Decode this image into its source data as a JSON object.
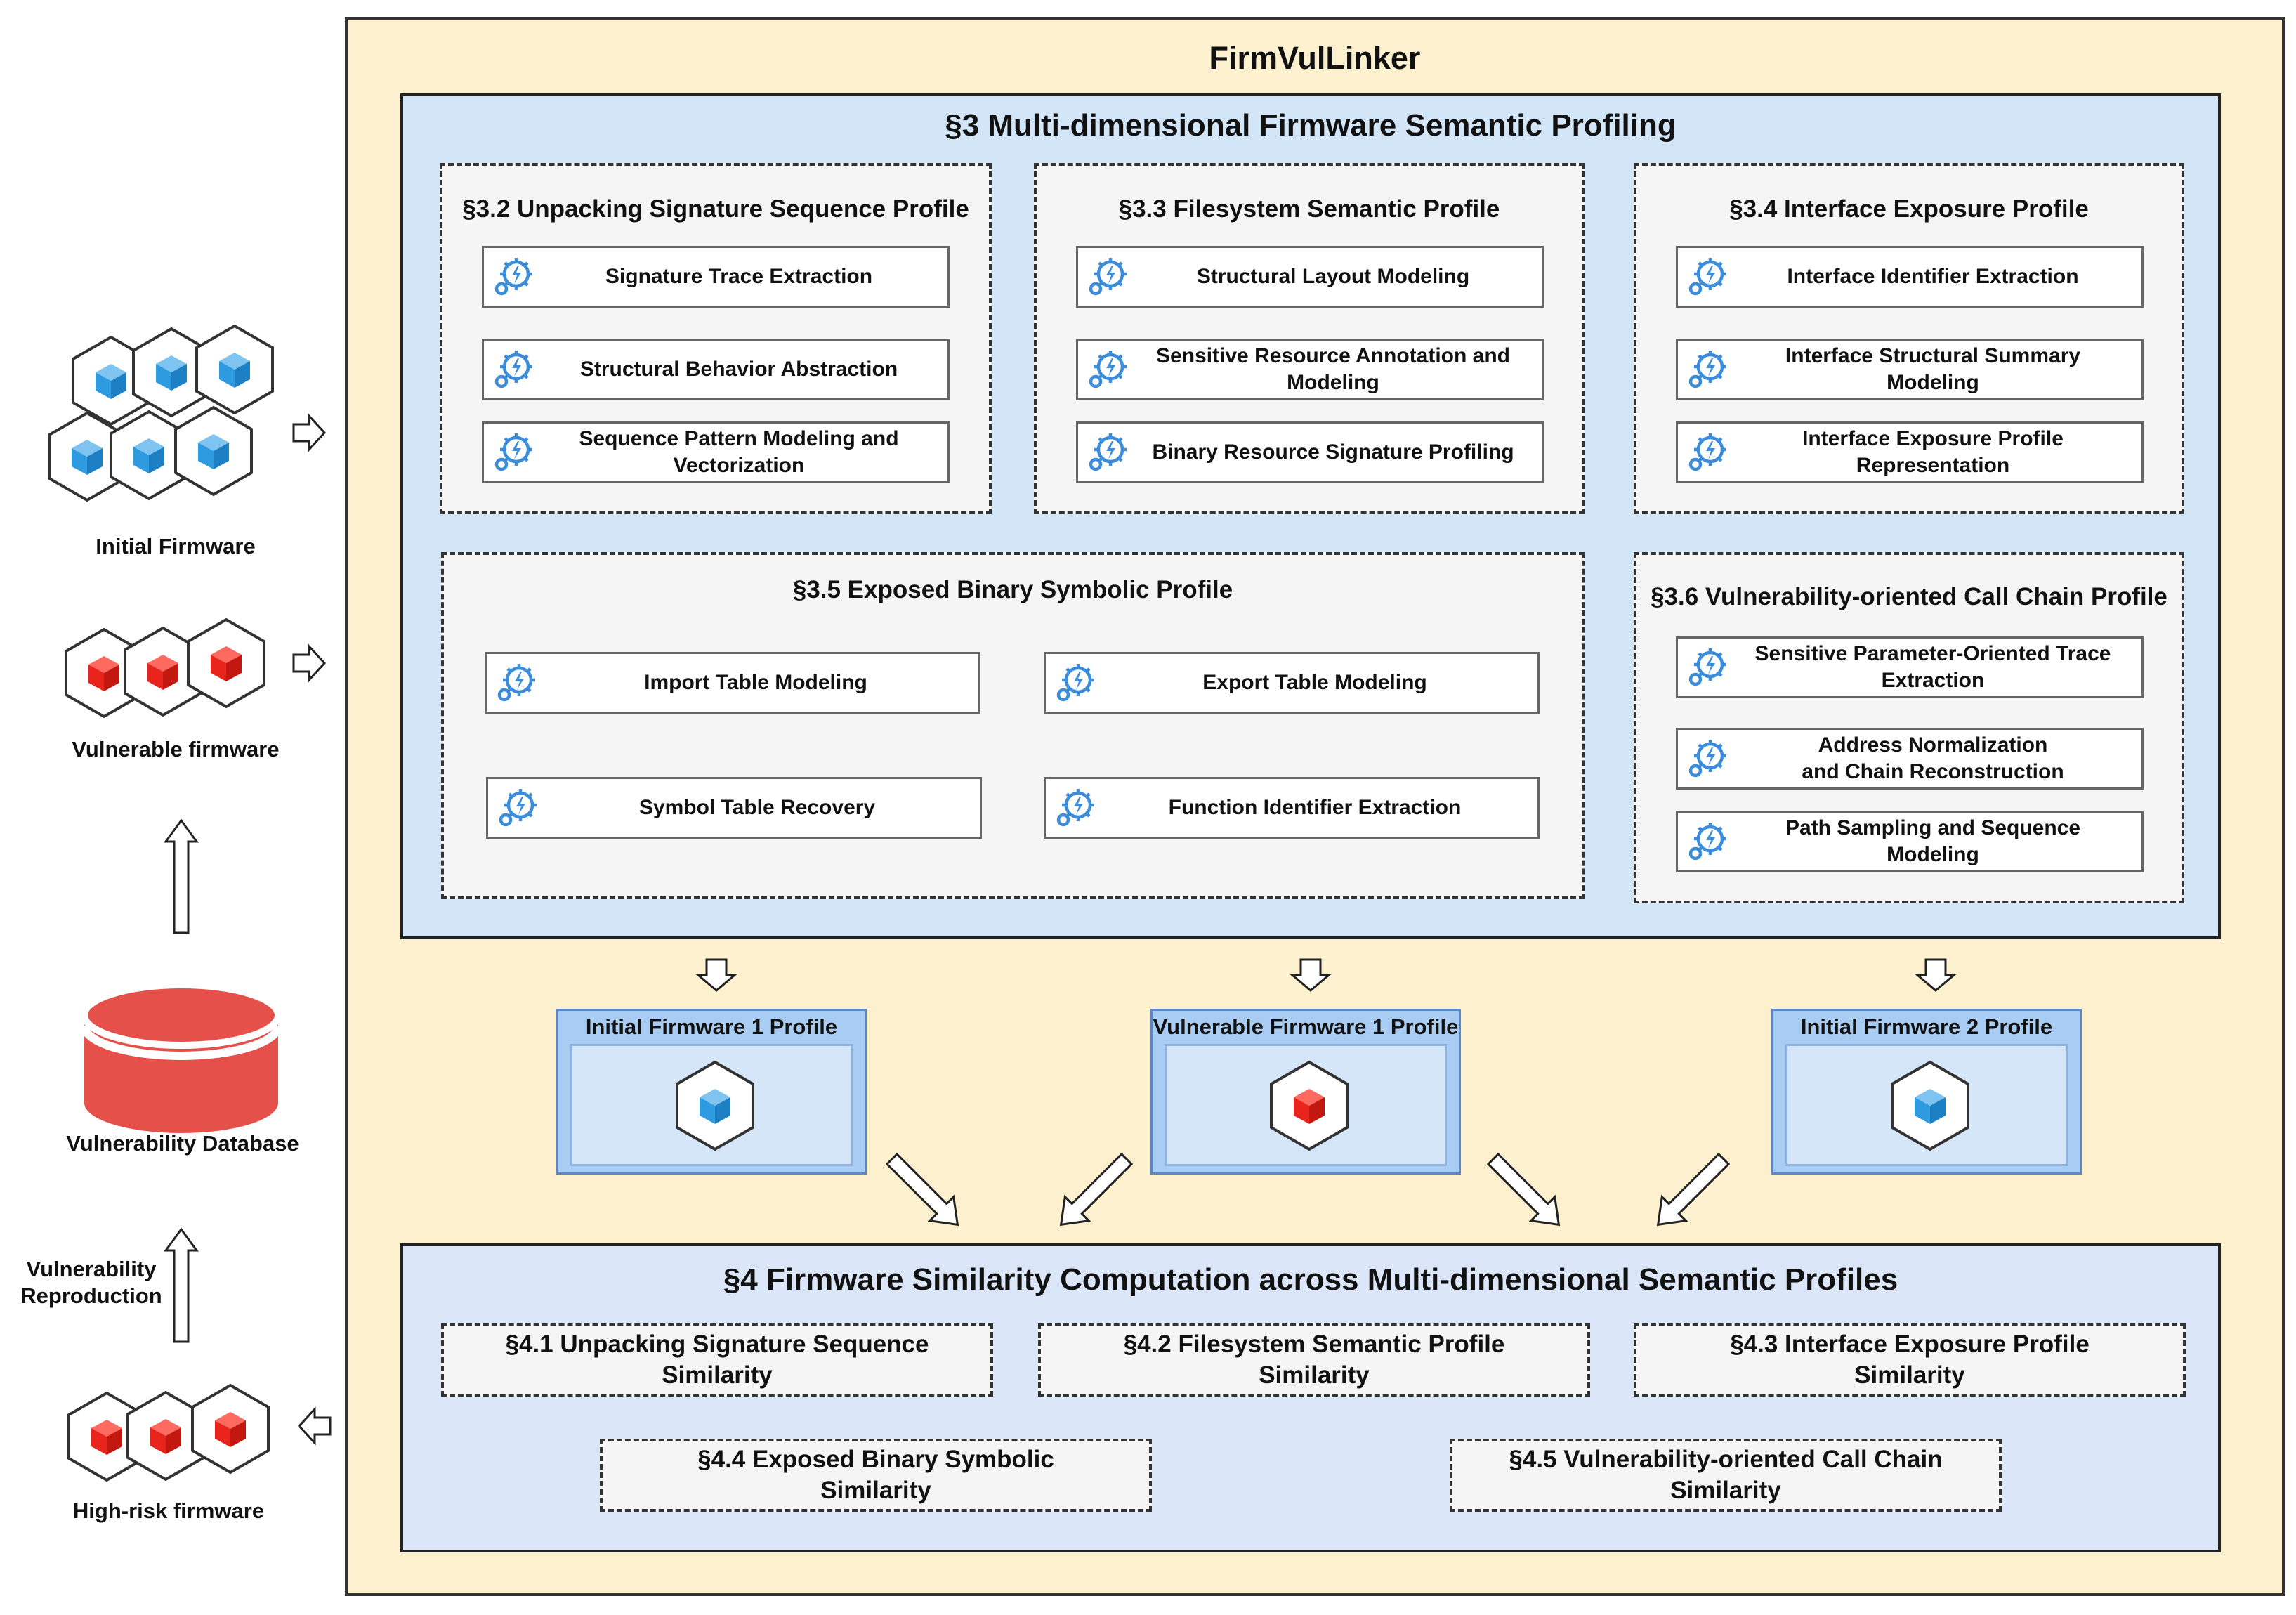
{
  "title": "FirmVulLinker",
  "left_column": {
    "initial_firmware": "Initial Firmware",
    "vulnerable_firmware": "Vulnerable firmware",
    "vulnerability_database": "Vulnerability Database",
    "vulnerability_reproduction": "Vulnerability\nReproduction",
    "high_risk_firmware": "High-risk firmware"
  },
  "profiling": {
    "title": "§3 Multi-dimensional Firmware Semantic Profiling",
    "groups": [
      {
        "title": "§3.2 Unpacking Signature Sequence Profile",
        "steps": [
          "Signature Trace Extraction",
          "Structural Behavior Abstraction",
          "Sequence Pattern Modeling and\nVectorization"
        ]
      },
      {
        "title": "§3.3 Filesystem Semantic Profile",
        "steps": [
          "Structural Layout Modeling",
          "Sensitive Resource Annotation and\nModeling",
          "Binary Resource Signature Profiling"
        ]
      },
      {
        "title": "§3.4 Interface Exposure Profile",
        "steps": [
          "Interface Identifier Extraction",
          "Interface Structural Summary\nModeling",
          "Interface Exposure Profile\nRepresentation"
        ]
      },
      {
        "title": "§3.5 Exposed Binary Symbolic Profile",
        "steps": [
          "Import Table Modeling",
          "Export Table Modeling",
          "Symbol Table Recovery",
          "Function Identifier Extraction"
        ]
      },
      {
        "title": "§3.6 Vulnerability-oriented Call Chain Profile",
        "steps": [
          "Sensitive Parameter-Oriented Trace\nExtraction",
          "Address Normalization\nand Chain Reconstruction",
          "Path Sampling and Sequence\nModeling"
        ]
      }
    ]
  },
  "profiles": [
    {
      "label": "Initial Firmware 1 Profile",
      "cube_color": "#2e9be0"
    },
    {
      "label": "Vulnerable Firmware 1 Profile",
      "cube_color": "#e8241c"
    },
    {
      "label": "Initial Firmware 2 Profile",
      "cube_color": "#2e9be0"
    }
  ],
  "similarity": {
    "title": "§4 Firmware Similarity Computation across Multi-dimensional Semantic Profiles",
    "items": [
      "§4.1 Unpacking Signature Sequence\nSimilarity",
      "§4.2 Filesystem Semantic Profile\nSimilarity",
      "§4.3 Interface Exposure Profile\nSimilarity",
      "§4.4 Exposed Binary Symbolic\nSimilarity",
      "§4.5 Vulnerability-oriented Call Chain\nSimilarity"
    ]
  },
  "colors": {
    "blue_cube": "#2e9be0",
    "red_cube": "#e8241c",
    "database": "#e5514a",
    "gear": "#3b8ddb"
  }
}
